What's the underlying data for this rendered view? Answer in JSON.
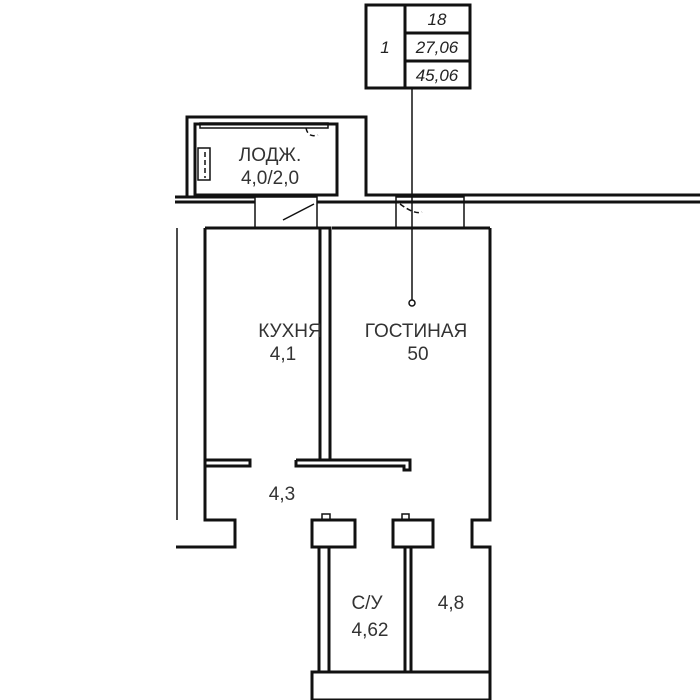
{
  "apartment_table": {
    "apartment_number": "1",
    "living_area": "18",
    "living_total": "27,06",
    "total_area": "45,06"
  },
  "rooms": [
    {
      "name": "ЛОДЖ.",
      "area": "4,0/2,0"
    },
    {
      "name": "КУХНЯ",
      "area": "4,1"
    },
    {
      "name": "ГОСТИНАЯ",
      "area": "50"
    },
    {
      "name": "",
      "area": "4,3"
    },
    {
      "name": "С/У",
      "area": "4,62"
    },
    {
      "name": "",
      "area": "4,8"
    }
  ]
}
